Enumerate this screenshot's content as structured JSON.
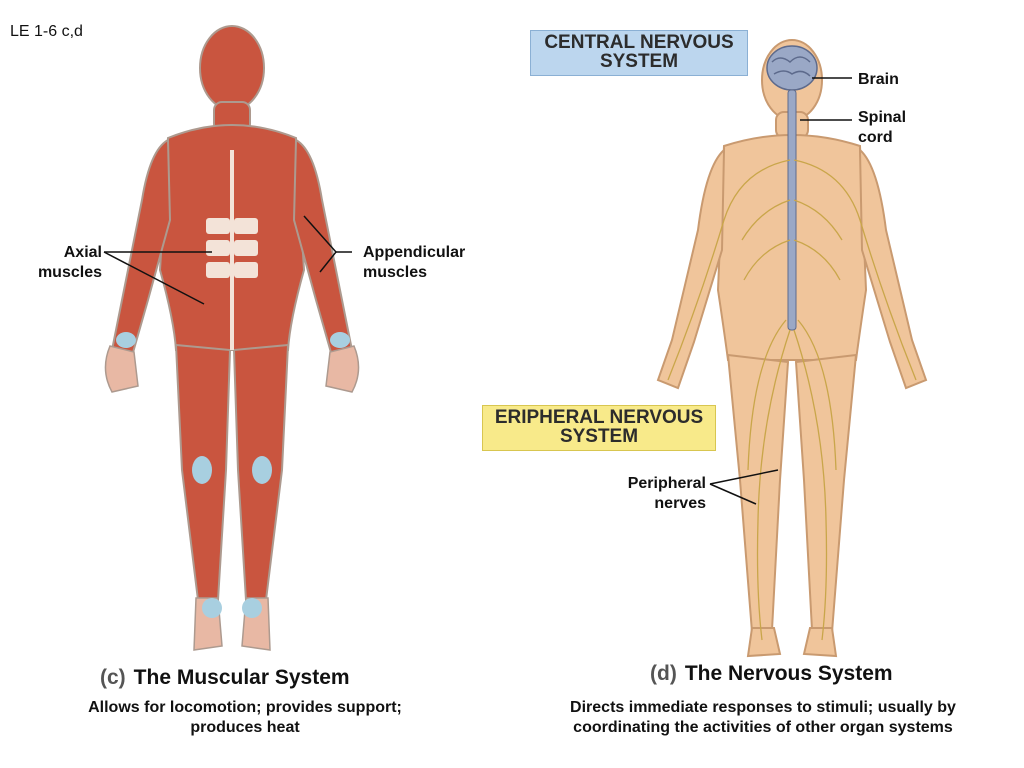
{
  "slide_id": "LE 1-6 c,d",
  "muscular": {
    "axial_label": [
      "Axial",
      "muscles"
    ],
    "appendicular_label": [
      "Appendicular",
      "muscles"
    ],
    "caption_letter": "(c)",
    "caption_title": "The Muscular System",
    "description": [
      "Allows for locomotion; provides support;",
      "produces heat"
    ]
  },
  "nervous": {
    "cns_box": [
      "CENTRAL NERVOUS",
      "SYSTEM"
    ],
    "pns_box": [
      "ERIPHERAL NERVOUS",
      "SYSTEM"
    ],
    "brain_label": "Brain",
    "spinal_label": [
      "Spinal",
      "cord"
    ],
    "peripheral_label": [
      "Peripheral",
      "nerves"
    ],
    "caption_letter": "(d)",
    "caption_title": "The Nervous System",
    "description": [
      "Directs immediate responses to stimuli; usually by",
      "coordinating the activities of other organ systems"
    ]
  }
}
